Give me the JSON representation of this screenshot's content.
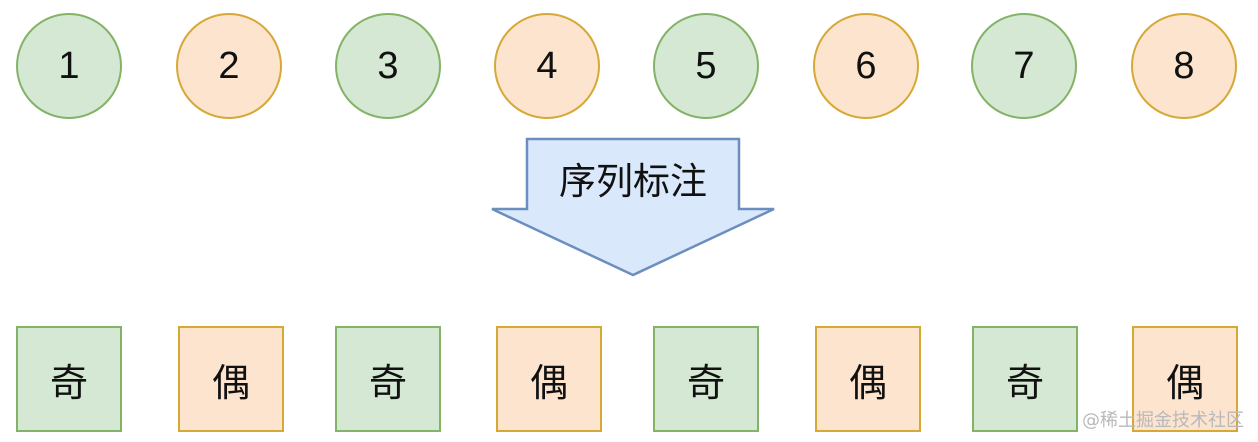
{
  "top_row": [
    {
      "label": "1",
      "group": "odd"
    },
    {
      "label": "2",
      "group": "even"
    },
    {
      "label": "3",
      "group": "odd"
    },
    {
      "label": "4",
      "group": "even"
    },
    {
      "label": "5",
      "group": "odd"
    },
    {
      "label": "6",
      "group": "even"
    },
    {
      "label": "7",
      "group": "odd"
    },
    {
      "label": "8",
      "group": "even"
    }
  ],
  "bottom_row": [
    {
      "label": "奇",
      "group": "odd"
    },
    {
      "label": "偶",
      "group": "even"
    },
    {
      "label": "奇",
      "group": "odd"
    },
    {
      "label": "偶",
      "group": "even"
    },
    {
      "label": "奇",
      "group": "odd"
    },
    {
      "label": "偶",
      "group": "even"
    },
    {
      "label": "奇",
      "group": "odd"
    },
    {
      "label": "偶",
      "group": "even"
    }
  ],
  "arrow": {
    "label": "序列标注"
  },
  "watermark": "@稀土掘金技术社区",
  "colors": {
    "odd_fill": "#d5e8d4",
    "odd_stroke": "#82b366",
    "even_fill": "#fce4cf",
    "even_stroke": "#d6a836",
    "arrow_fill": "#dae8fc",
    "arrow_stroke": "#6c8ebf"
  }
}
